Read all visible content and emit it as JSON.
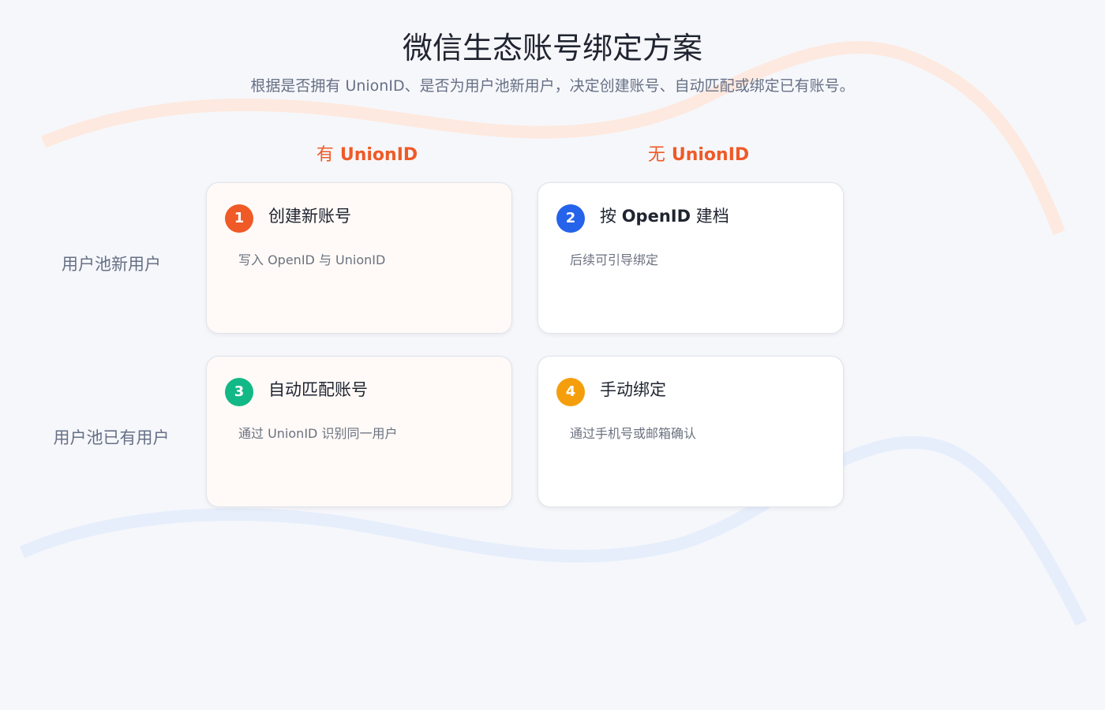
{
  "page": {
    "title": "微信生态账号绑定方案",
    "subtitle": "根据是否拥有 UnionID、是否为用户池新用户，决定创建账号、自动匹配或绑定已有账号。"
  },
  "columns": [
    {
      "prefix": "有",
      "word": "UnionID"
    },
    {
      "prefix": "无",
      "word": "UnionID"
    }
  ],
  "rows": [
    {
      "label": "用户池新用户"
    },
    {
      "label": "用户池已有用户"
    }
  ],
  "cards": [
    {
      "number": "1",
      "title_pre": "创建新账号",
      "title_bold": "",
      "title_post": "",
      "desc": "写入 OpenID 与 UnionID",
      "color": "#ef5a27",
      "tone": "warm"
    },
    {
      "number": "2",
      "title_pre": "按 ",
      "title_bold": "OpenID",
      "title_post": " 建档",
      "desc": "后续可引导绑定",
      "color": "#2563eb",
      "tone": "cool"
    },
    {
      "number": "3",
      "title_pre": "自动匹配账号",
      "title_bold": "",
      "title_post": "",
      "desc": "通过 UnionID 识别同一用户",
      "color": "#12b886",
      "tone": "warm"
    },
    {
      "number": "4",
      "title_pre": "手动绑定",
      "title_bold": "",
      "title_post": "",
      "desc": "通过手机号或邮箱确认",
      "color": "#f59e0b",
      "tone": "cool"
    }
  ],
  "theme": {
    "accent": "#ef5a27",
    "decor_warm": "#fde9df",
    "decor_cool": "#e6eefc"
  }
}
